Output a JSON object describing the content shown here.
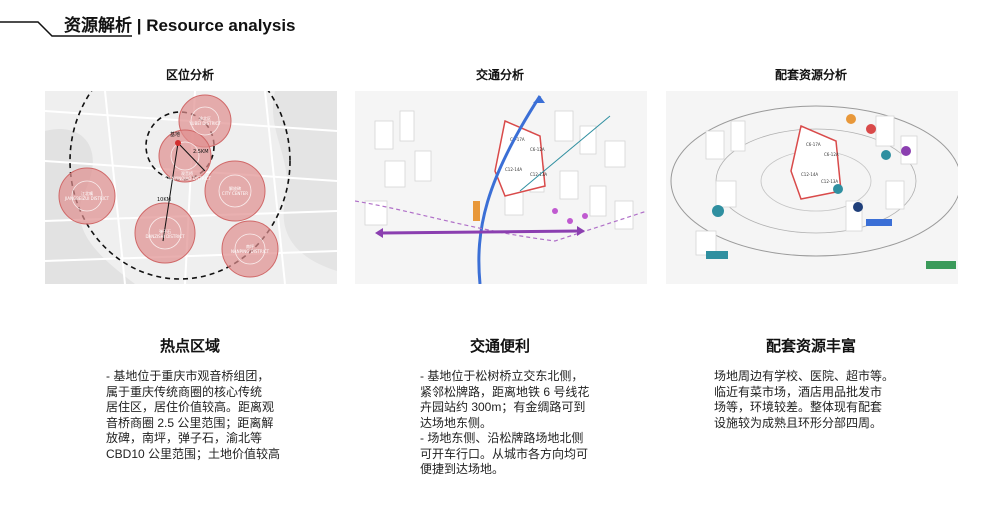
{
  "header": {
    "title": "资源解析 | Resource analysis"
  },
  "panels": [
    {
      "caption": "区位分析",
      "heading": "热点区域",
      "lines": [
        "- 基地位于重庆市观音桥组团，",
        "属于重庆传统商圈的核心传统",
        "居住区，居住价值较高。距离观",
        "音桥商圈 2.5 公里范围；距离解",
        "放碑，南坪，弹子石，渝北等",
        "CBD10 公里范围；土地价值较高"
      ],
      "map_labels": {
        "site": "基地",
        "dist1": "2.5KM",
        "dist2": "10KM",
        "c1_cn": "观音桥",
        "c1_en": "GUANYINQIAO DISTRICT",
        "c2_cn": "渝北区",
        "c2_en": "YUBEI DISTRICT",
        "c3_cn": "江北嘴",
        "c3_en": "JIANGBEIZUI DISTRICT",
        "c4_cn": "解放碑",
        "c4_en": "CITY CENTER",
        "c5_cn": "弹子石",
        "c5_en": "DANZISHI DISTRICT",
        "c6_cn": "南坪",
        "c6_en": "NANPING DISTRICT"
      }
    },
    {
      "caption": "交通分析",
      "heading": "交通便利",
      "lines": [
        "- 基地位于松树桥立交东北侧，",
        "紧邻松牌路，距离地铁 6 号线花",
        "卉园站约 300m；有金绸路可到",
        "达场地东侧。",
        "- 场地东侧、沿松牌路场地北侧",
        "可开车行口。从城市各方向均可",
        "便捷到达场地。"
      ],
      "map_labels": {
        "plot_a": "C6-17A",
        "plot_b": "C6-12A",
        "plot_c": "C12-14A",
        "plot_d": "C12-13A"
      }
    },
    {
      "caption": "配套资源分析",
      "heading": "配套资源丰富",
      "lines": [
        "场地周边有学校、医院、超市等。",
        "临近有菜市场，酒店用品批发市",
        "场等，环境较差。整体现有配套",
        "设施较为成熟且环形分部四周。"
      ],
      "map_labels": {
        "plot_a": "C6-17A",
        "plot_b": "C6-12A",
        "plot_c": "C12-14A",
        "plot_d": "C12-13A"
      }
    }
  ],
  "colors": {
    "accent_red": "#d94a4a",
    "hotspot_fill": "#e89a9a",
    "metro_blue": "#3b6fd6",
    "metro_purple": "#8b3fb0",
    "teal": "#2f8fa0"
  }
}
